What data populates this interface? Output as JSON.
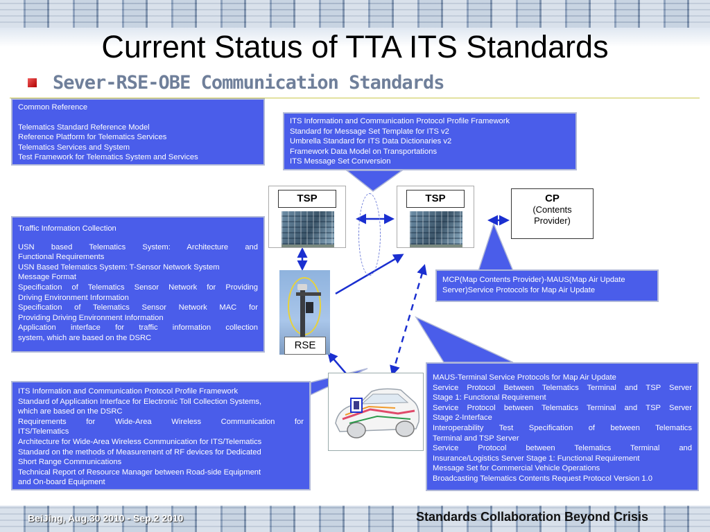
{
  "slide": {
    "title": "Current Status of TTA ITS Standards",
    "subtitle": "Sever-RSE-OBE Communication Standards"
  },
  "boxes": {
    "common_reference": {
      "title": "Common Reference",
      "lines": [
        "Telematics Standard Reference Model",
        "Reference Platform for Telematics  Services",
        "Telematics Services and System",
        "Test Framework for Telematics System and Services"
      ]
    },
    "its_framework": {
      "lines": [
        "ITS Information and Communication  Protocol Profile Framework",
        "Standard for Message Set Template  for ITS v2",
        "Umbrella Standard for ITS Data Dictionaries  v2",
        "Framework Data Model on Transportations",
        "ITS Message Set Conversion"
      ]
    },
    "traffic_info": {
      "title": "Traffic Information Collection",
      "lines": [
        "USN based Telematics System: Architecture and",
        "Functional Requirements",
        "USN Based Telematics System: T-Sensor Network System",
        "Message Format",
        "Specification of Telematics Sensor Network for Providing",
        "Driving Environment Information",
        "Specification of Telematics Sensor Network MAC for",
        "Providing Driving Environment  Information",
        "Application interface for traffic information collection",
        "system, which are based on the DSRC"
      ]
    },
    "mcp": {
      "lines": [
        "MCP(Map Contents Provider)-MAUS(Map Air Update",
        "Server)Service Protocols for Map Air Update"
      ]
    },
    "its_comm": {
      "lines": [
        "ITS Information and Communication  Protocol Profile Framework",
        "Standard of Application Interface for Electronic Toll Collection Systems,",
        "which are based on the DSRC",
        "Requirements for Wide-Area Wireless Communication for",
        "ITS/Telematics",
        "Architecture for Wide-Area Wireless Communication  for ITS/Telematics",
        "Standard on the methods of Measurement of RF devices for Dedicated",
        "Short Range Communications",
        "Technical Report of Resource Manager between Road-side Equipment",
        "and On-board Equipment"
      ]
    },
    "maus": {
      "lines": [
        "MAUS-Terminal Service Protocols for Map Air Update",
        "Service Protocol Between Telematics Terminal and TSP Server",
        "Stage 1: Functional Requirement",
        "Service Protocol between Telematics Terminal and TSP Server",
        "Stage 2-Interface",
        "Interoperability Test Specification of between Telematics",
        "Terminal and TSP Server",
        "Service Protocol between Telematics Terminal and",
        "Insurance/Logistics Server Stage 1: Functional Requirement",
        "Message Set for Commercial Vehicle Operations",
        "Broadcasting Telematics Contents Request Protocol Version 1.0"
      ]
    }
  },
  "nodes": {
    "tsp_left": "TSP",
    "tsp_right": "TSP",
    "cp_title": "CP",
    "cp_line1": "(Contents",
    "cp_line2": "Provider)",
    "rse": "RSE"
  },
  "footer": {
    "left": "BeiJing,   Aug.30 2010 - Sep.2  2010",
    "right": "Standards Collaboration Beyond Crisis"
  },
  "colors": {
    "box_fill": "#4a5dea",
    "arrow": "#1a2fd0",
    "title_text": "#000000",
    "subtitle_text": "#6f7f9a"
  }
}
